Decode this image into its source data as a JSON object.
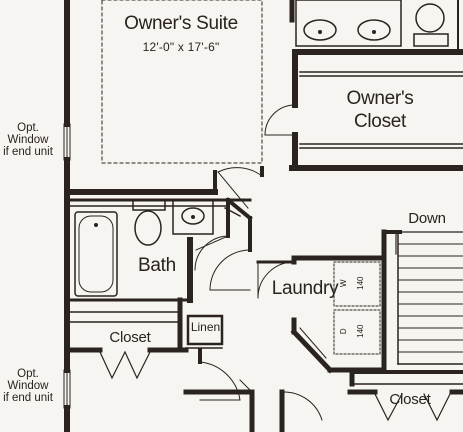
{
  "rooms": {
    "owners_suite": {
      "name": "Owner's Suite",
      "dimensions": "12'-0\" x 17'-6\""
    },
    "owners_closet": {
      "name_line1": "Owner's",
      "name_line2": "Closet"
    },
    "bath": {
      "name": "Bath"
    },
    "laundry": {
      "name": "Laundry"
    },
    "linen": {
      "name": "Linen"
    },
    "hall_closet": {
      "name": "Closet"
    },
    "lower_closet": {
      "name": "Closet"
    }
  },
  "stairs": {
    "label": "Down"
  },
  "notes": {
    "opt_window_top": {
      "line1": "Opt.",
      "line2": "Window",
      "line3": "if end unit"
    },
    "opt_window_bottom": {
      "line1": "Opt.",
      "line2": "Window",
      "line3": "if end unit"
    }
  },
  "appliances": {
    "washer_label": "W",
    "dryer_label": "D",
    "washer_size": "140",
    "dryer_size": "140"
  },
  "colors": {
    "wall": "#2a2320",
    "line": "#3a3230",
    "background": "#f7f5f1"
  }
}
